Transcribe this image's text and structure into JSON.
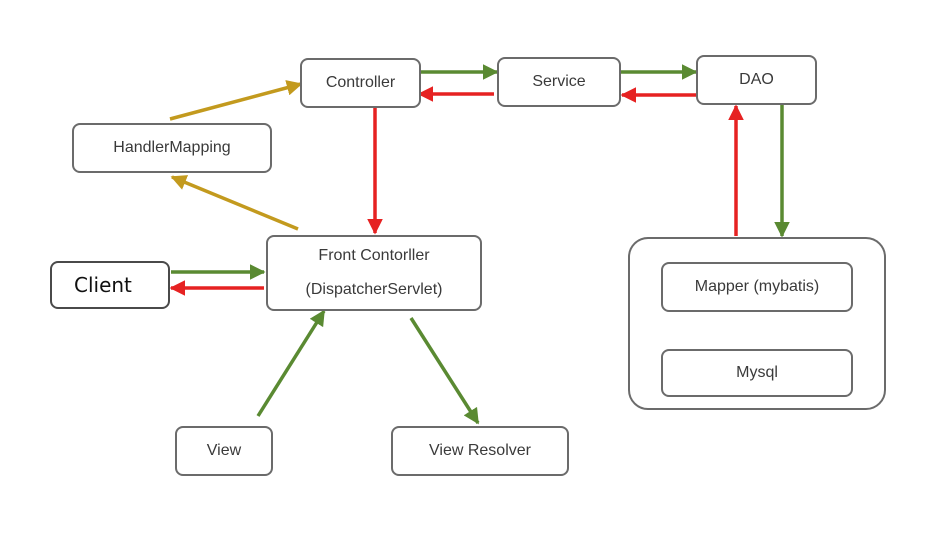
{
  "diagram": {
    "nodes": {
      "controller": "Controller",
      "service": "Service",
      "dao": "DAO",
      "handler_mapping": "HandlerMapping",
      "front_controller_line1": "Front Contorller",
      "front_controller_line2": "(DispatcherServlet)",
      "client": "Client",
      "mapper": "Mapper (mybatis)",
      "mysql": "Mysql",
      "view": "View",
      "view_resolver": "View Resolver"
    },
    "colors": {
      "green": "#5a8a32",
      "red": "#e62222",
      "gold": "#c39a1e",
      "border": "#6b6b6b"
    }
  }
}
